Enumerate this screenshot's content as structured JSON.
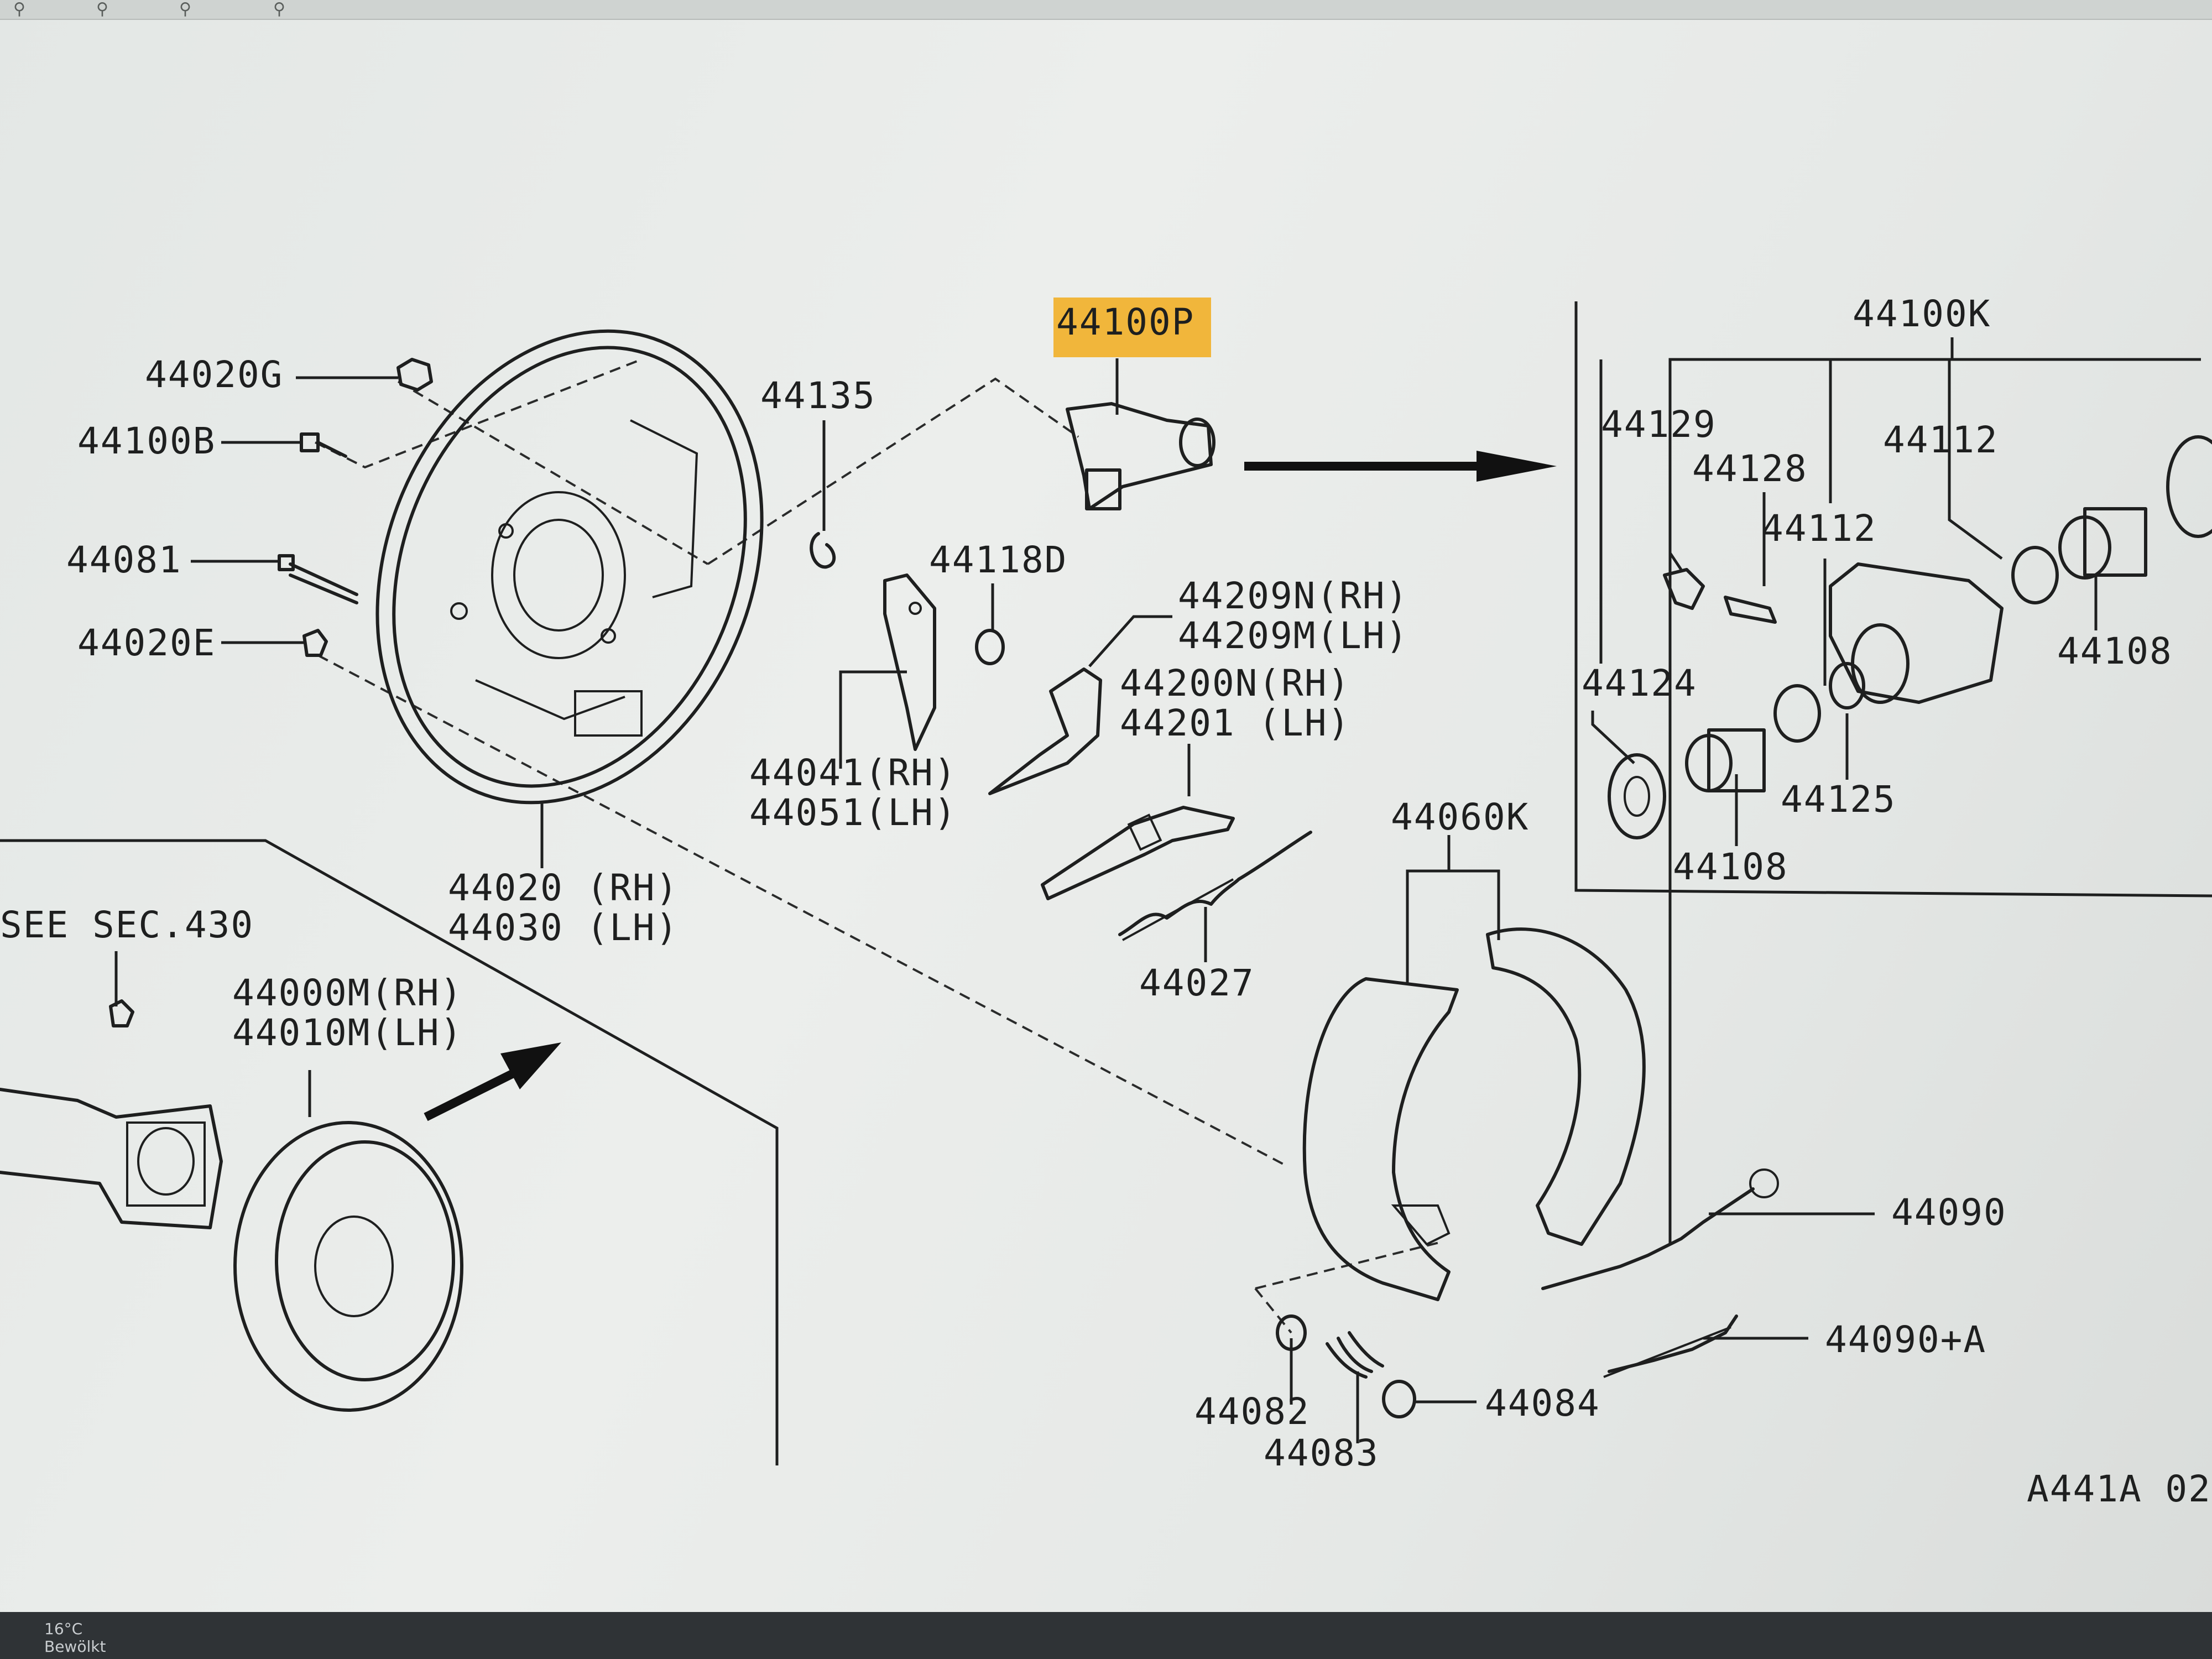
{
  "toolbar": {
    "icons": [
      "zoom-icon",
      "zoom-fit-icon",
      "zoom-out-icon",
      "zoom-in-icon"
    ]
  },
  "highlight_color": "#f2ab1c",
  "labels": {
    "p44020G": "44020G",
    "p44100B": "44100B",
    "p44081": "44081",
    "p44020E": "44020E",
    "p44135": "44135",
    "p44100P": "44100P",
    "p44118D": "44118D",
    "p44041": "44041(RH)",
    "p44051": "44051(LH)",
    "p44209N": "44209N(RH)",
    "p44209M": "44209M(LH)",
    "p44200N": "44200N(RH)",
    "p44201": "44201 (LH)",
    "p44020": "44020 (RH)",
    "p44030": "44030 (LH)",
    "see_sec": "SEE SEC.430",
    "p44000M": "44000M(RH)",
    "p44010M": "44010M(LH)",
    "p44027": "44027",
    "p44060K": "44060K",
    "p44100K": "44100K",
    "p44129": "44129",
    "p44128": "44128",
    "p44112a": "44112",
    "p44112b": "44112",
    "p44124": "44124",
    "p44125": "44125",
    "p44108a": "44108",
    "p44108b": "44108",
    "p44090": "44090",
    "p44090A": "44090+A",
    "p44082": "44082",
    "p44083": "44083",
    "p44084": "44084",
    "fig_code": "A441A 02"
  },
  "taskbar": {
    "temperature": "16°C",
    "condition": "Bewölkt"
  }
}
